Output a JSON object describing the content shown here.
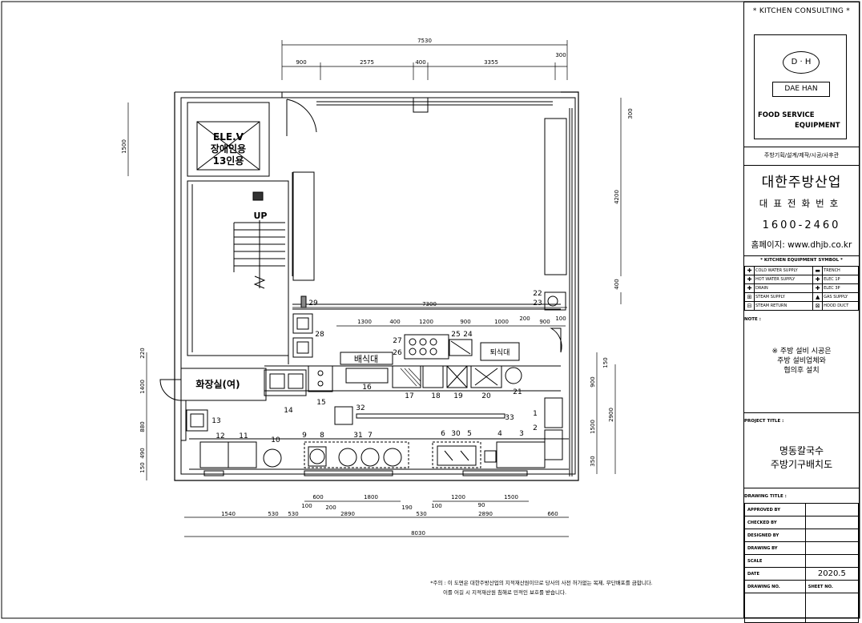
{
  "plan": {
    "elevator": {
      "line1": "ELE.V",
      "line2": "장애인용",
      "line3": "13인용"
    },
    "up_label": "UP",
    "restroom": "화장실(여)",
    "serving_counter": "배식대",
    "return_counter": "퇴식대"
  },
  "dimensions": {
    "top_total": "7530",
    "top_segments": [
      "900",
      "2575",
      "400",
      "3355"
    ],
    "top_right_small": "300",
    "left_elev": "1500",
    "right_300": "300",
    "right_4200": "4200",
    "right_400": "400",
    "mid_7300": "7300",
    "mid_segments": [
      "1300",
      "400",
      "1200",
      "900",
      "1000",
      "200",
      "900",
      "100"
    ],
    "left_220": "220",
    "left_1400": "1400",
    "left_880": "880",
    "left_490": "490",
    "left_150": "150",
    "right_150": "150",
    "right_900": "900",
    "right_1500": "1500",
    "right_2900": "2900",
    "right_350": "350",
    "bottom_upper": [
      "600",
      "200",
      "1800",
      "100",
      "190",
      "100",
      "90",
      "1200",
      "1500"
    ],
    "bottom_lower": [
      "1540",
      "530",
      "530",
      "2890",
      "530",
      "2890",
      "660"
    ],
    "bottom_total": "8030"
  },
  "equipment_numbers": [
    "1",
    "2",
    "3",
    "4",
    "5",
    "6",
    "7",
    "8",
    "9",
    "10",
    "11",
    "12",
    "13",
    "14",
    "15",
    "16",
    "17",
    "18",
    "19",
    "20",
    "21",
    "22",
    "23",
    "24",
    "25",
    "26",
    "27",
    "28",
    "29",
    "30",
    "31",
    "32",
    "33"
  ],
  "notice": {
    "line1": "*주의 : 이 도면은 대한주방산업의 지적재산원이므로 당사의 사전 허가없는 복제, 무단배포를 금합니다.",
    "line2": "이를 어길 시 지적재산원 침해로 민적인 보호를 받습니다."
  },
  "title_block": {
    "header": "* KITCHEN CONSULTING *",
    "logo_mark": "D · H",
    "logo_name": "DAE HAN",
    "logo_fs1": "FOOD SERVICE",
    "logo_fs2": "EQUIPMENT",
    "tagline": "주방기획/설계/제작/시공/사후관",
    "company": "대한주방산업",
    "rep_phone_label": "대표전화번호",
    "phone": "1600-2460",
    "homepage": "홈페이지: www.dhjb.co.kr",
    "symbol_title": "* KITCHEN EQUIPMENT SYMBOL *",
    "symbols": [
      [
        "COLD WATER SUPPLY",
        "TRENCH"
      ],
      [
        "HOT WATER SUPPLY",
        "ELEC 1P"
      ],
      [
        "DRAIN",
        "ELEC 3P"
      ],
      [
        "STEAM SUPPLY",
        "GAS SUPPLY"
      ],
      [
        "STEAM RETURN",
        "HOOD DUCT"
      ]
    ],
    "note_label": "NOTE :",
    "note_lines": [
      "※ 주방 설비 시공은",
      "주방 설비업체와",
      "협의후 설치"
    ],
    "project_label": "PROJECT TITLE :",
    "project_lines": [
      "명동칼국수",
      "주방기구배치도"
    ],
    "drawing_label": "DRAWING TITLE :",
    "info_rows": [
      {
        "label": "APPROVED BY",
        "value": ""
      },
      {
        "label": "CHECKED BY",
        "value": ""
      },
      {
        "label": "DESIGNED BY",
        "value": ""
      },
      {
        "label": "DRAWING BY",
        "value": ""
      },
      {
        "label": "SCALE",
        "value": ""
      },
      {
        "label": "DATE",
        "value": "2020.5"
      }
    ],
    "drawing_no": "DRAWING NO.",
    "sheet_no": "SHEET NO."
  }
}
